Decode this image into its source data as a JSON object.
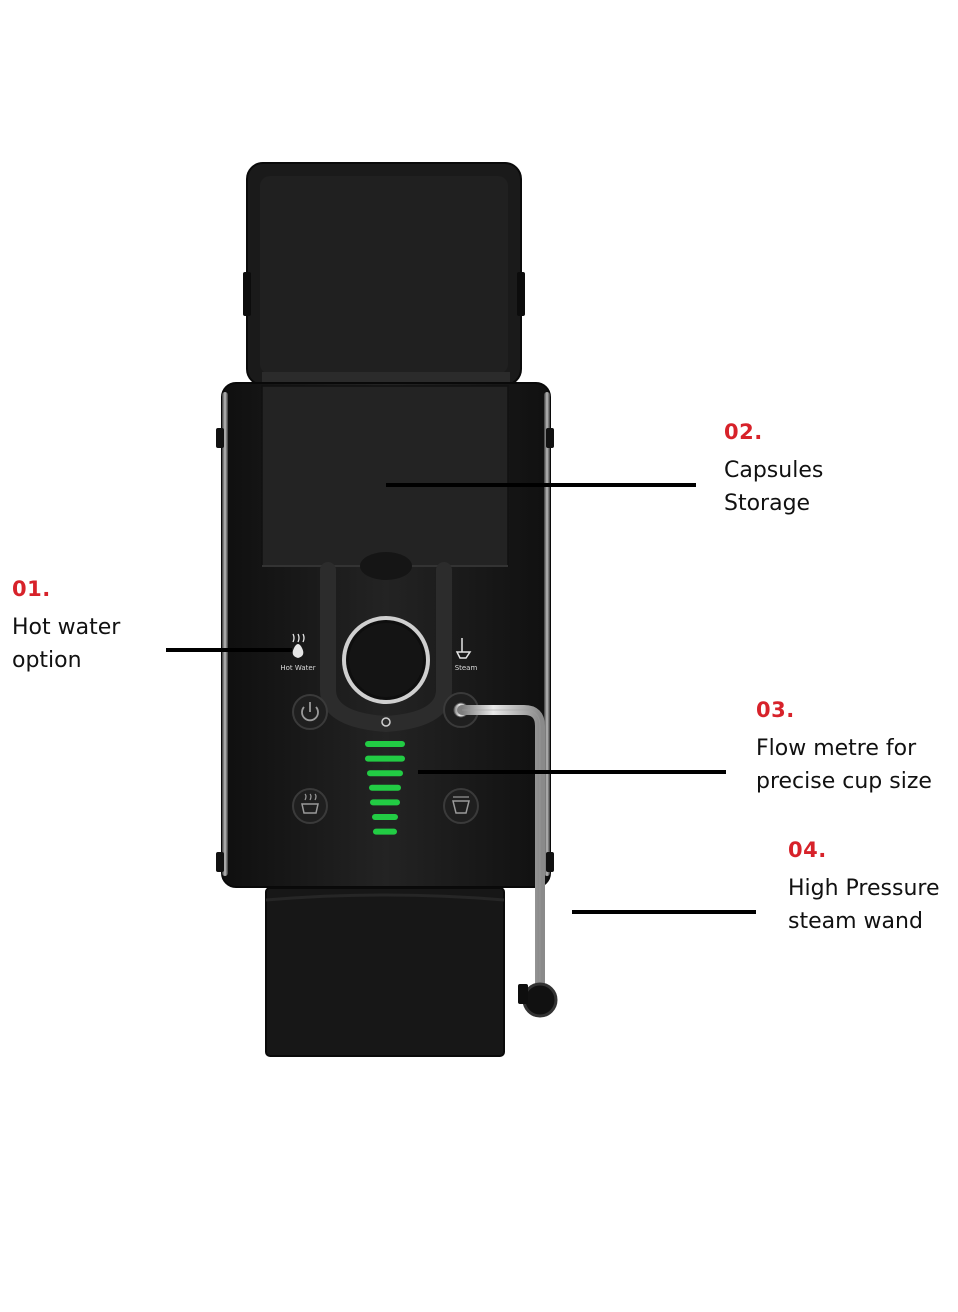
{
  "panel": {
    "hot_water_label": "Hot Water",
    "steam_label": "Steam"
  },
  "callouts": [
    {
      "number": "01.",
      "lines": [
        "Hot water",
        "option"
      ]
    },
    {
      "number": "02.",
      "lines": [
        "Capsules",
        "Storage"
      ]
    },
    {
      "number": "03.",
      "lines": [
        "Flow metre for",
        "precise cup size"
      ]
    },
    {
      "number": "04.",
      "lines": [
        "High Pressure",
        "steam wand"
      ]
    }
  ],
  "flow_meter": {
    "segments": 7,
    "color": "#22cc44"
  },
  "colors": {
    "accent": "#d7222a",
    "machine": "#1b1b1b"
  },
  "icons": [
    "hot-water-icon",
    "steam-icon",
    "power-icon",
    "coffee-cup-icon",
    "descale-icon",
    "capsule-icon"
  ]
}
